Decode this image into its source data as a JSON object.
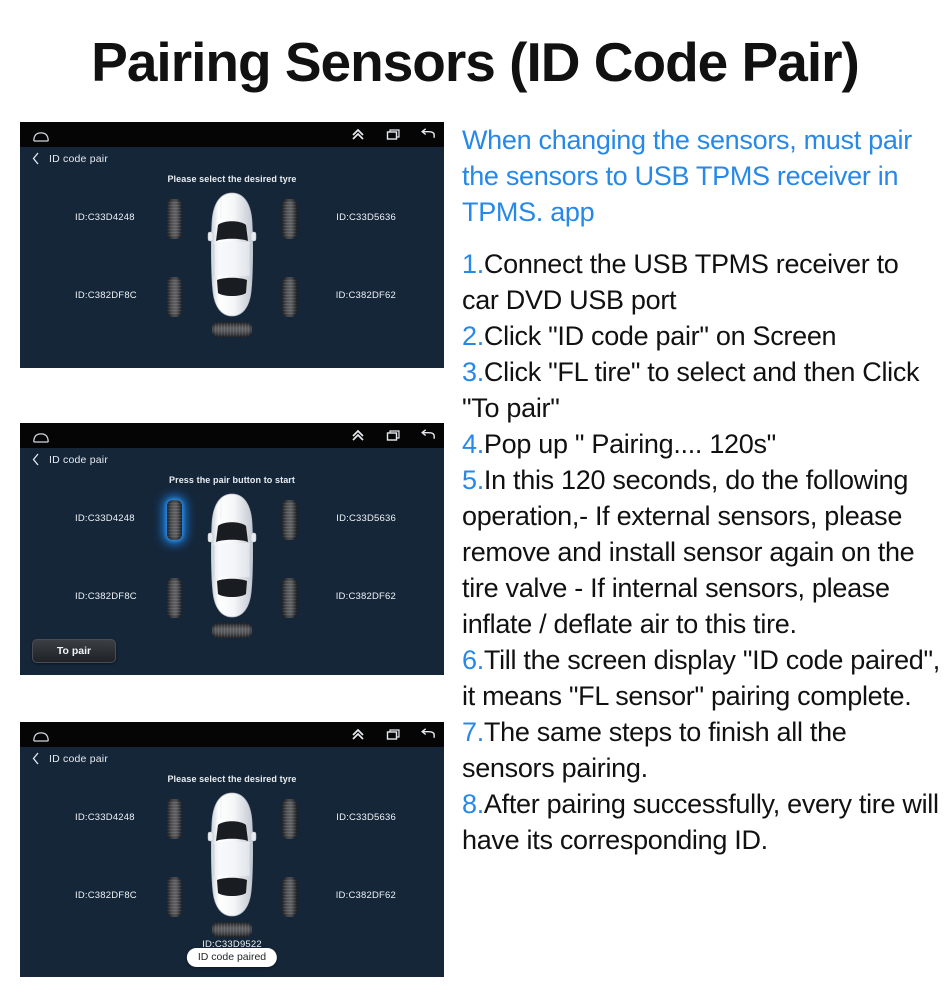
{
  "title": "Pairing Sensors (ID Code Pair)",
  "colors": {
    "accent_blue": "#2688e8",
    "screen_bg": "#152639",
    "statusbar_bg": "#050505",
    "text_dark": "#111111",
    "tyre_highlight": "#1a7fe0"
  },
  "statusbar": {
    "home_icon": "home-icon",
    "up_icon": "chevron-double-up-icon",
    "recents_icon": "recents-icon",
    "back_icon": "back-arrow-icon"
  },
  "panels": [
    {
      "name": "select-tyre",
      "back_label": "ID code pair",
      "hint": "Please select the desired tyre",
      "tyres": {
        "fl": "ID:C33D4248",
        "fr": "ID:C33D5636",
        "rl": "ID:C382DF8C",
        "rr": "ID:C382DF62"
      },
      "selected_tyre": "",
      "spare_id": "",
      "button_label": "",
      "toast": ""
    },
    {
      "name": "press-pair",
      "back_label": "ID code pair",
      "hint": "Press the pair button to start",
      "tyres": {
        "fl": "ID:C33D4248",
        "fr": "ID:C33D5636",
        "rl": "ID:C382DF8C",
        "rr": "ID:C382DF62"
      },
      "selected_tyre": "fl",
      "spare_id": "",
      "button_label": "To pair",
      "toast": ""
    },
    {
      "name": "paired",
      "back_label": "ID code pair",
      "hint": "Please select the desired tyre",
      "tyres": {
        "fl": "ID:C33D4248",
        "fr": "ID:C33D5636",
        "rl": "ID:C382DF8C",
        "rr": "ID:C382DF62"
      },
      "selected_tyre": "",
      "spare_id": "ID:C33D9522",
      "button_label": "",
      "toast": "ID code paired"
    }
  ],
  "instructions": {
    "intro": "When changing the sensors, must pair the sensors to USB TPMS receiver in TPMS. app",
    "steps": [
      {
        "num": "1.",
        "text": "Connect the USB TPMS receiver to car DVD USB port"
      },
      {
        "num": "2.",
        "text": "Click \"ID code pair\" on Screen"
      },
      {
        "num": "3.",
        "text": "Click \"FL tire\" to select and then Click \"To pair\""
      },
      {
        "num": "4.",
        "text": "Pop up \" Pairing.... 120s\""
      },
      {
        "num": "5.",
        "text": "In this 120 seconds, do the following operation,- If external sensors, please remove and install sensor again on the tire valve - If internal sensors, please inflate / deflate air to this tire."
      },
      {
        "num": "6.",
        "text": "Till the screen display \"ID code paired\", it means \"FL sensor\" pairing complete."
      },
      {
        "num": "7.",
        "text": "The same steps to finish all the sensors pairing."
      },
      {
        "num": "8.",
        "text": "After pairing successfully, every tire will have its corresponding ID."
      }
    ]
  }
}
